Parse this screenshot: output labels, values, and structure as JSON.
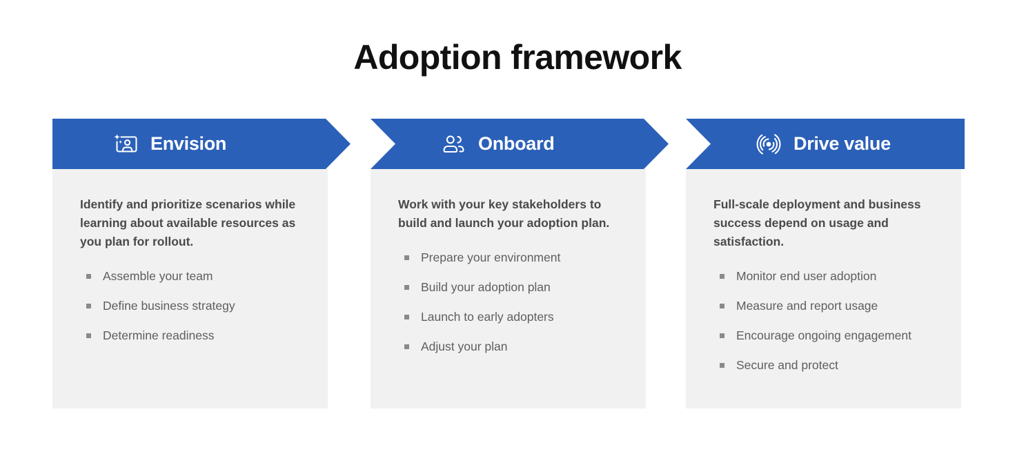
{
  "page": {
    "title": "Adoption framework",
    "accent_color": "#2B60B8",
    "card_color": "#F1F1F1",
    "background_color": "#FFFFFF",
    "title_color": "#111111",
    "description_color": "#4A4A4A",
    "list_text_color": "#5E5E5E",
    "bullet_color": "#8A8A8A"
  },
  "stages": [
    {
      "id": "envision",
      "title": "Envision",
      "icon": "envision-sparkle-person-frame-icon",
      "description": "Identify and prioritize scenarios while learning about available resources as you plan for rollout.",
      "items": [
        "Assemble your team",
        "Define business strategy",
        "Determine readiness"
      ]
    },
    {
      "id": "onboard",
      "title": "Onboard",
      "icon": "people-group-icon",
      "description": "Work with your key stakeholders to build and launch your adoption plan.",
      "items": [
        "Prepare your environment",
        "Build your adoption plan",
        "Launch to early adopters",
        "Adjust your plan"
      ]
    },
    {
      "id": "drive-value",
      "title": "Drive value",
      "icon": "radar-target-icon",
      "description": "Full-scale deployment and business success depend on usage and satisfaction.",
      "items": [
        "Monitor end user adoption",
        "Measure and report usage",
        "Encourage ongoing engagement",
        "Secure and protect"
      ]
    }
  ]
}
